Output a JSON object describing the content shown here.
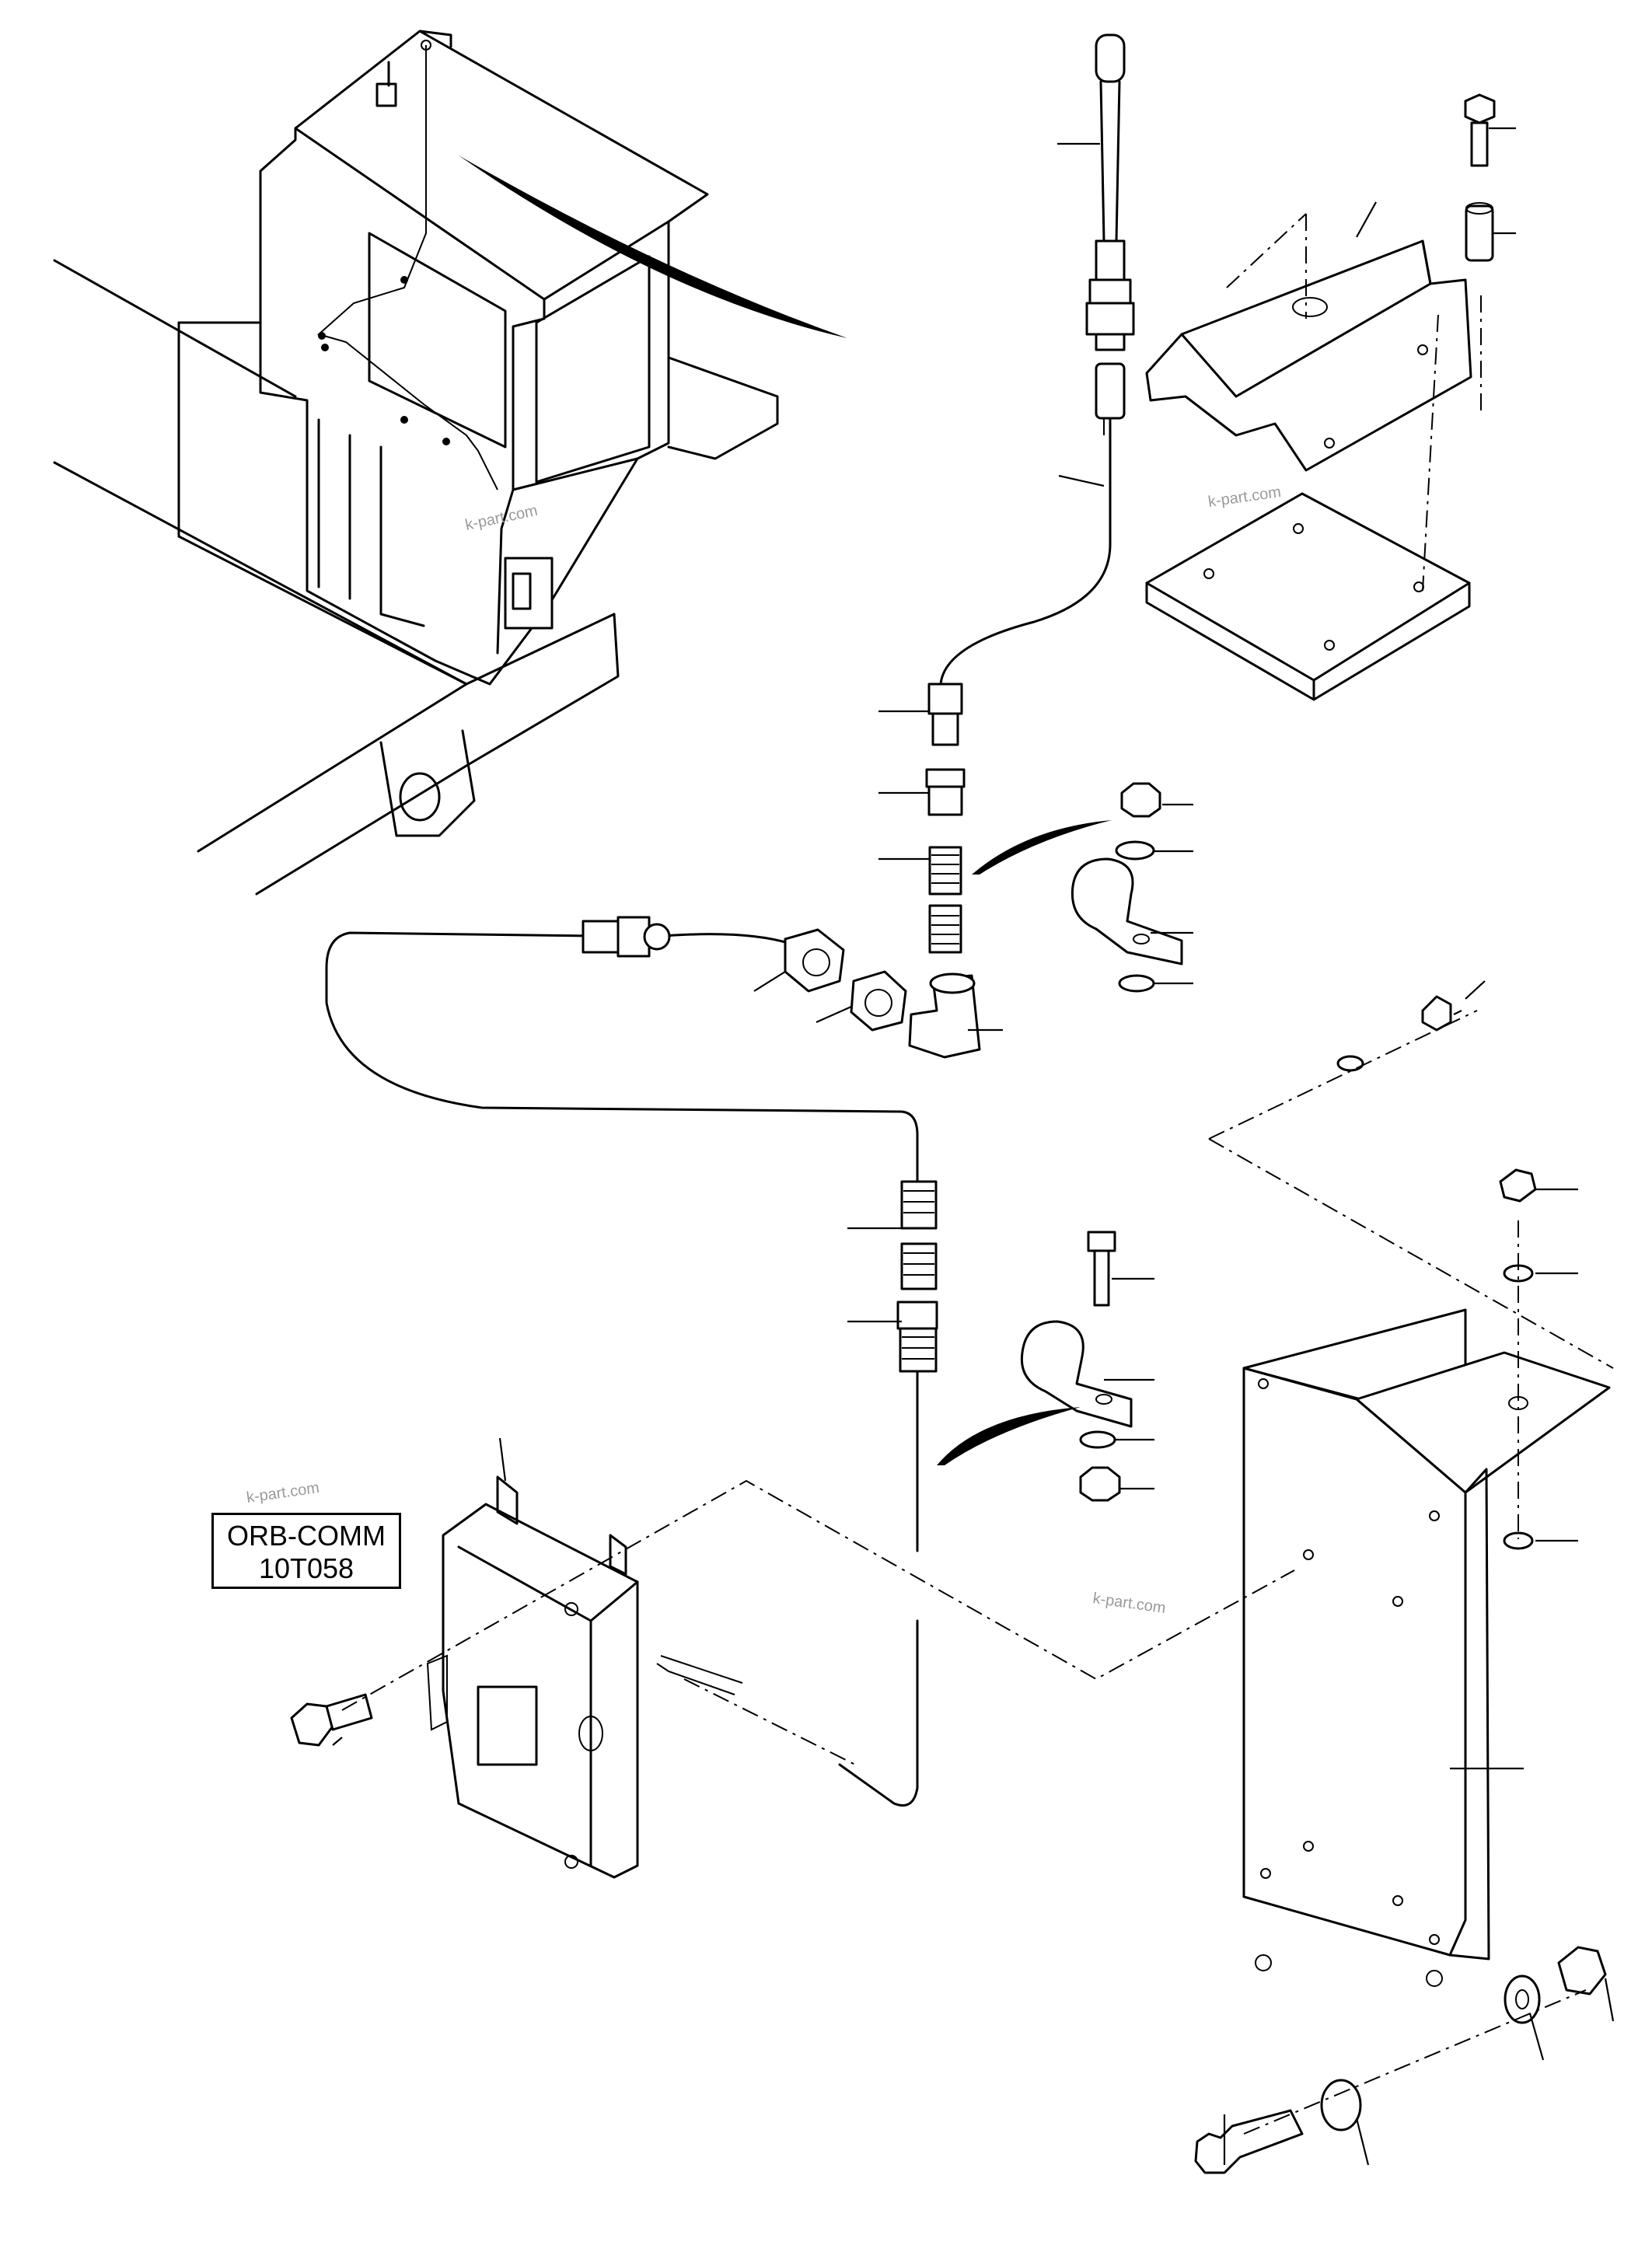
{
  "label": {
    "line1": "ORB-COMM",
    "line2": "10T058"
  },
  "watermarks": [
    "k-part.com",
    "k-part.com",
    "k-part.com",
    "k-part.com"
  ]
}
